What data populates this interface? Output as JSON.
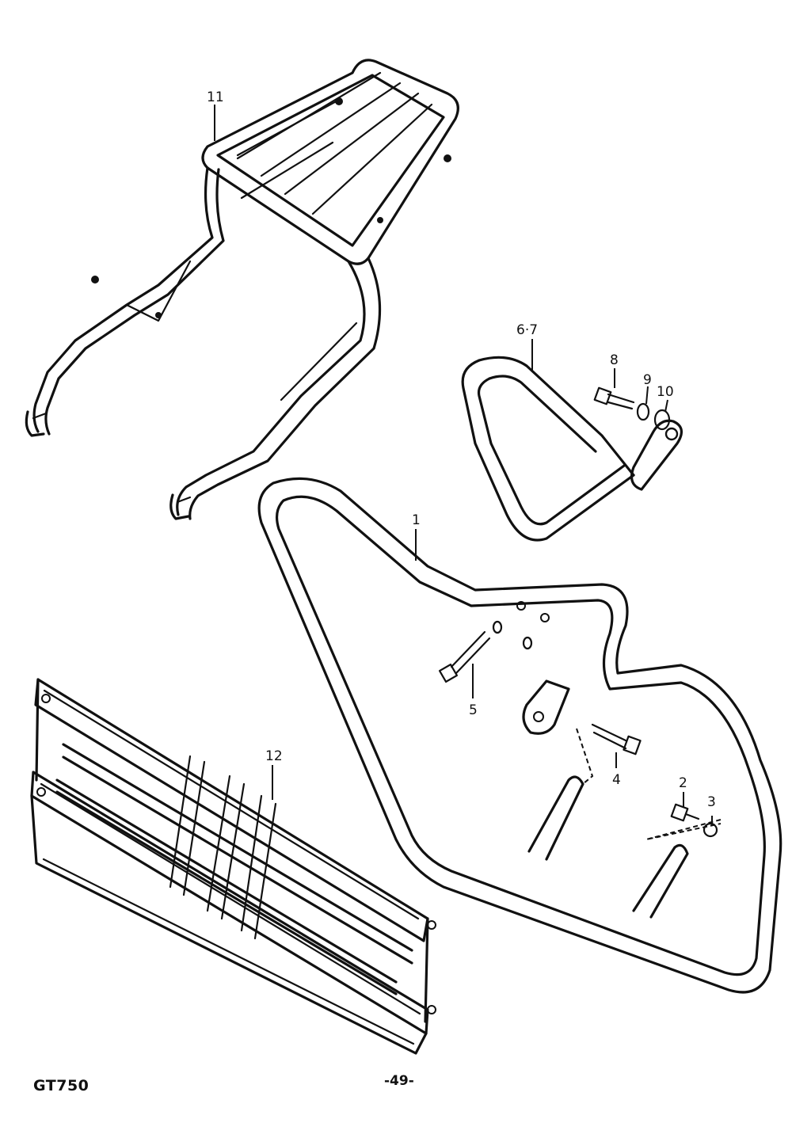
{
  "diagram": {
    "callouts": {
      "c1": "1",
      "c2": "2",
      "c3": "3",
      "c4": "4",
      "c5": "5",
      "c67": "6·7",
      "c8": "8",
      "c9": "9",
      "c10": "10",
      "c11": "11",
      "c12": "12"
    }
  },
  "footer": {
    "model": "GT750",
    "page": "-49-"
  }
}
